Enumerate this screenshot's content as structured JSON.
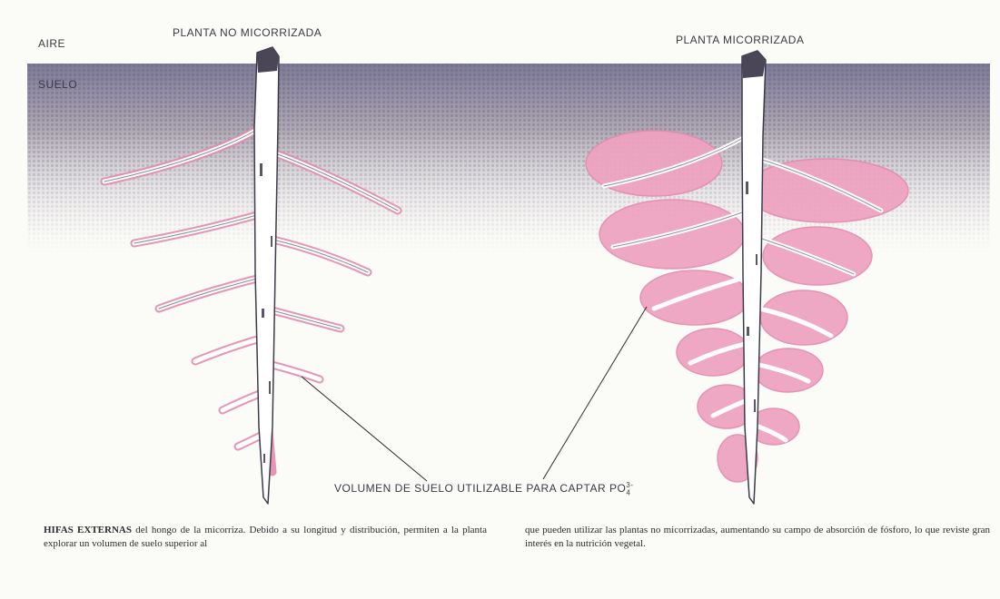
{
  "labels": {
    "air": "AIRE",
    "soil": "SUELO",
    "left_plant": "PLANTA NO MICORRIZADA",
    "right_plant": "PLANTA MICORRIZADA",
    "volume_main": "VOLUMEN DE SUELO UTILIZABLE PARA CAPTAR PO",
    "volume_sub": "4",
    "volume_sup": "3-"
  },
  "caption": {
    "lead": "HIFAS EXTERNAS",
    "left_rest": " del hongo de la micorriza. Debido a su longitud y distribución, permiten a la planta explorar un volumen de suelo superior al",
    "right": "que pueden utilizar las plantas no micorrizadas, aumentando su campo de absorción de fósforo, lo que reviste gran interés en la nutrición vegetal."
  },
  "colors": {
    "soil_top": "#7d7a98",
    "soil_bottom": "#efe9d8",
    "hyphae": "#e48aae",
    "root_fill": "#ffffff",
    "root_outline": "#3b3b48"
  },
  "icons": [
    "soil-layer",
    "taproot",
    "lateral-root",
    "hyphae-cloud",
    "pointer-line"
  ]
}
